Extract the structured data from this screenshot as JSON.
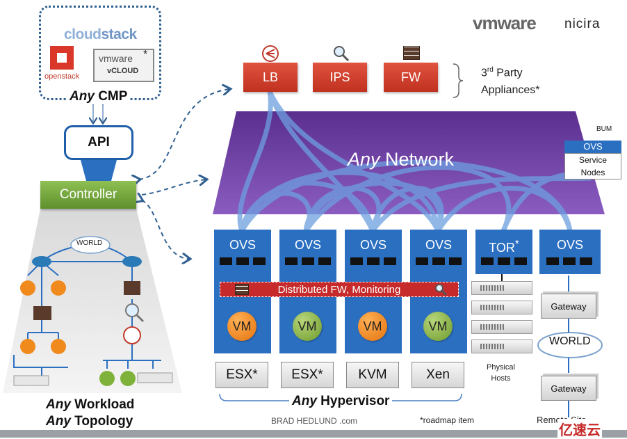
{
  "cmp": {
    "cloudstack_a": "cloud",
    "cloudstack_b": "stack",
    "openstack": "openstack",
    "vmware_small": "vmware",
    "vcloud": "vCLOUD",
    "asterisk": "*",
    "any": "Any",
    "cmp": "CMP"
  },
  "api": "API",
  "controller": "Controller",
  "appliances": {
    "items": [
      "LB",
      "IPS",
      "FW"
    ],
    "third": "3",
    "third_sup": "rd",
    "party": " Party",
    "appliances_label": "Appliances*"
  },
  "brand": {
    "vmware": "vmware",
    "nicira": "nicira"
  },
  "network": {
    "any": "Any",
    "network": " Network"
  },
  "service_nodes": {
    "bum": "BUM",
    "ovs": "OVS",
    "line1": "Service",
    "line2": "Nodes"
  },
  "hypervisors": [
    {
      "ovs": "OVS",
      "vm": "VM",
      "name": "ESX*",
      "vm_color": "orange"
    },
    {
      "ovs": "OVS",
      "vm": "VM",
      "name": "ESX*",
      "vm_color": "green"
    },
    {
      "ovs": "OVS",
      "vm": "VM",
      "name": "KVM",
      "vm_color": "orange"
    },
    {
      "ovs": "OVS",
      "vm": "VM",
      "name": "Xen",
      "vm_color": "green"
    }
  ],
  "dfw": "Distributed FW, Monitoring",
  "tor": {
    "label": "TOR",
    "star": "*"
  },
  "ovs6": "OVS",
  "physical": {
    "line1": "Physical",
    "line2": "Hosts"
  },
  "remote": {
    "gateway1": "Gateway",
    "world": "WORLD",
    "gateway2": "Gateway",
    "site": "Remote Site"
  },
  "left_topology": {
    "world": "WORLD"
  },
  "any_hypervisor": {
    "any": "Any",
    "hyp": " Hypervisor"
  },
  "any_workload": {
    "any1": "Any",
    "workload": " Workload",
    "any2": "Any",
    "topology": " Topology"
  },
  "footer": {
    "brad": "BRAD HEDLUND .com",
    "roadmap": "*roadmap item",
    "watermark": "亿速云"
  },
  "colors": {
    "hypervisor_blue": "#2b6fc1",
    "controller_green": "#6fa03a",
    "appliance_red": "#d0402c",
    "network_purple": "#6a3fa0",
    "dfw_red": "#c62a2a"
  }
}
